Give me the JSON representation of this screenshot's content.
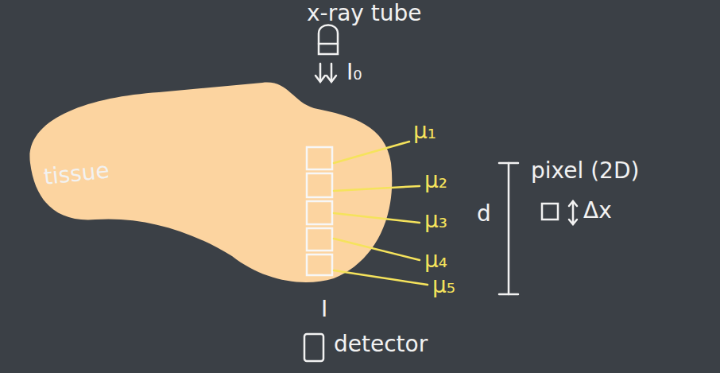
{
  "diagram": {
    "labels": [
      "x-ray tube",
      "I₀",
      "μ₁",
      "μ₂",
      "μ₃",
      "μ₄",
      "μ₅",
      "d",
      "pixel (2D)",
      "Δx",
      "tissue",
      "I",
      "detector"
    ]
  }
}
